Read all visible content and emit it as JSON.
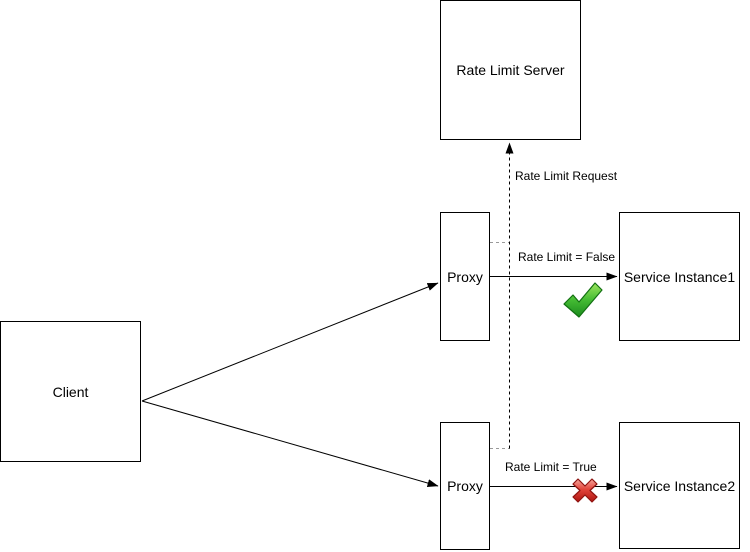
{
  "diagram": {
    "title": "Rate limiting flow diagram",
    "background_color": "#ffffff",
    "stroke_color": "#000000",
    "nodes": {
      "rate_limit_server": {
        "label": "Rate Limit Server"
      },
      "client": {
        "label": "Client"
      },
      "proxy_top": {
        "label": "Proxy"
      },
      "proxy_bottom": {
        "label": "Proxy"
      },
      "service_instance_1": {
        "label": "Service Instance1"
      },
      "service_instance_2": {
        "label": "Service Instance2"
      }
    },
    "edge_labels": {
      "rate_limit_request": "Rate Limit Request",
      "rate_limit_false": "Rate Limit = False",
      "rate_limit_true": "Rate Limit = True"
    },
    "edges": [
      {
        "from": "Client",
        "to": "Proxy (top)",
        "style": "solid",
        "arrow": true
      },
      {
        "from": "Client",
        "to": "Proxy (bottom)",
        "style": "solid",
        "arrow": true
      },
      {
        "from": "Proxy (top)",
        "to": "Service Instance1",
        "style": "solid",
        "arrow": true,
        "label": "Rate Limit = False",
        "status": "allowed"
      },
      {
        "from": "Proxy (bottom)",
        "to": "Service Instance2",
        "style": "solid",
        "arrow": true,
        "label": "Rate Limit = True",
        "status": "blocked"
      },
      {
        "from": "Proxy (top)",
        "to": "Rate Limit Server",
        "style": "dashed",
        "arrow": true,
        "label": "Rate Limit Request"
      },
      {
        "from": "Proxy (bottom)",
        "to": "Rate Limit Server",
        "style": "dashed",
        "arrow": true
      }
    ],
    "icons": {
      "check": {
        "meaning": "request allowed",
        "color_light": "#A2E860",
        "color_mid": "#44BB33",
        "color_dark": "#18881C"
      },
      "cross": {
        "meaning": "request blocked",
        "color_light": "#F7B1A8",
        "color_mid": "#E2453B",
        "color_dark": "#AA100C"
      }
    }
  }
}
